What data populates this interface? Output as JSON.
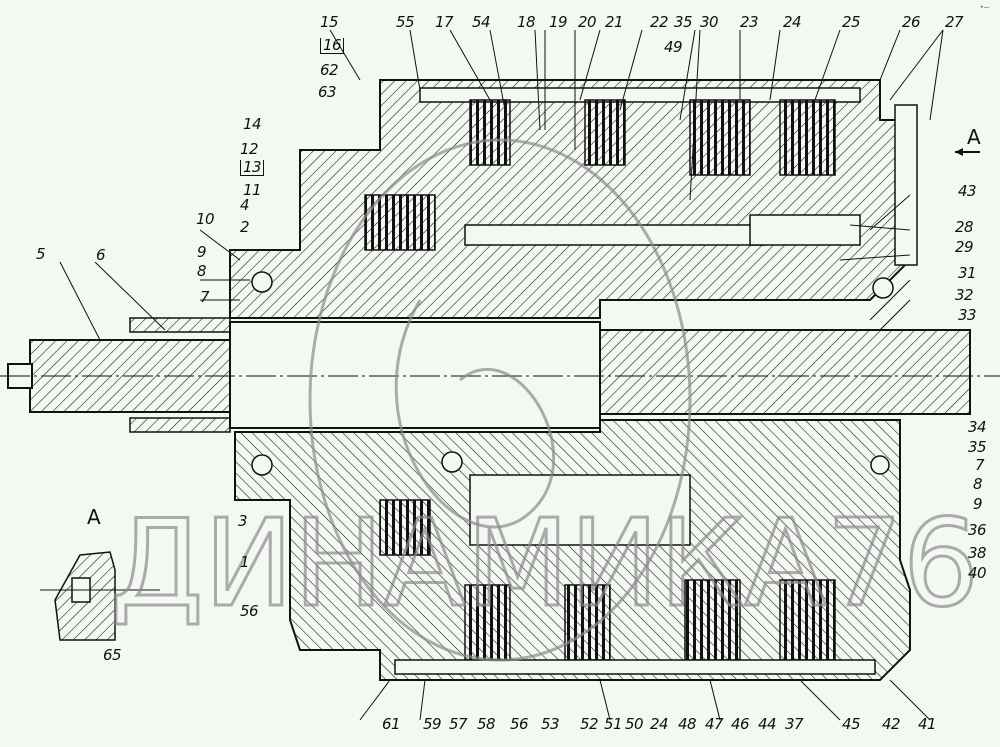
{
  "drawing": {
    "view_label_top": "A",
    "view_label_detail": "A",
    "corner_mark": "•—",
    "watermark": "ДИНАМИКА76",
    "colors": {
      "ink": "#111111",
      "paper": "#f4f8f3",
      "watermark": "#8a8a8a"
    }
  },
  "callouts": {
    "top": [
      "15",
      "16",
      "55",
      "17",
      "54",
      "18",
      "19",
      "20",
      "21",
      "22",
      "35",
      "49",
      "30",
      "23",
      "24",
      "25",
      "26",
      "27"
    ],
    "left": [
      "62",
      "63",
      "14",
      "12",
      "13",
      "11",
      "10",
      "4",
      "2",
      "9",
      "8",
      "7",
      "5",
      "6"
    ],
    "right": [
      "43",
      "28",
      "29",
      "31",
      "32",
      "33",
      "34",
      "35",
      "7",
      "8",
      "9",
      "36",
      "38",
      "40"
    ],
    "lower_left": [
      "3",
      "1",
      "56",
      "65"
    ],
    "bottom": [
      "61",
      "59",
      "57",
      "58",
      "56",
      "53",
      "52",
      "51",
      "50",
      "24",
      "48",
      "47",
      "46",
      "44",
      "37",
      "45",
      "42",
      "41"
    ]
  }
}
